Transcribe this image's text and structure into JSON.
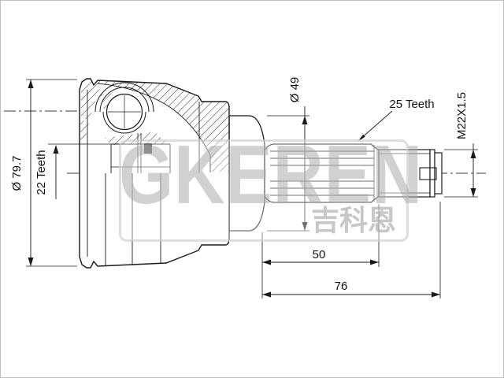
{
  "watermark": {
    "text": "GKEREN",
    "cjk": "吉科恩"
  },
  "dimensions": {
    "outer_diameter": "Ø 79.7",
    "inner_spline_teeth": "22 Teeth",
    "seat_diameter": "Ø 49",
    "shaft_spline_teeth": "25 Teeth",
    "thread_spec": "M22X1.5",
    "spline_length": "50",
    "overall_length": "76"
  },
  "colors": {
    "line": "#1a1a1a",
    "centerline": "#3a3a3a",
    "hatch": "#2b2b2b",
    "watermark_gray": "#acacac",
    "background": "#ffffff"
  }
}
